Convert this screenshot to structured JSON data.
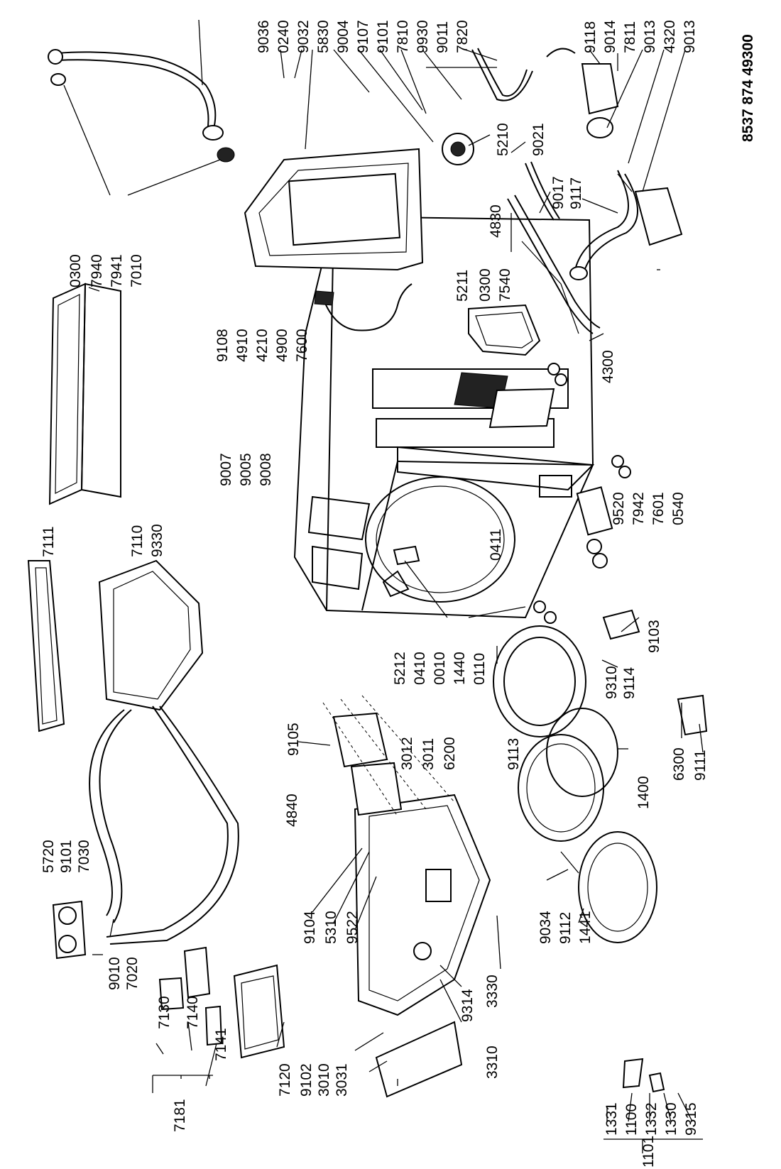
{
  "document_code": "8537 874 49300",
  "part_numbers": [
    "9010",
    "7020",
    "7130",
    "7140",
    "7181",
    "7141",
    "7120",
    "5720",
    "9101",
    "7030",
    "9102",
    "3010",
    "3031",
    "9104",
    "5310",
    "9522",
    "3310",
    "9314",
    "3330",
    "4840",
    "9105",
    "5212",
    "3012",
    "3011",
    "6200",
    "0410",
    "0010",
    "1440",
    "0110",
    "9310",
    "9114",
    "9113",
    "1400",
    "6300",
    "9111",
    "9034",
    "9112",
    "1441",
    "1331",
    "1100",
    "1332",
    "1330",
    "9315",
    "1101",
    "7111",
    "7110",
    "9330",
    "9007",
    "9005",
    "9008",
    "0411",
    "9108",
    "4910",
    "4210",
    "4900",
    "7600",
    "9520",
    "7942",
    "7601",
    "0540",
    "9103",
    "0300",
    "7940",
    "7941",
    "7010",
    "9036",
    "0240",
    "9032",
    "5830",
    "9004",
    "9107",
    "7810",
    "9930",
    "9011",
    "7820",
    "5210",
    "9021",
    "5211",
    "7540",
    "4830",
    "9017",
    "4300",
    "9118",
    "9014",
    "7811",
    "9013",
    "4320",
    "9117"
  ]
}
